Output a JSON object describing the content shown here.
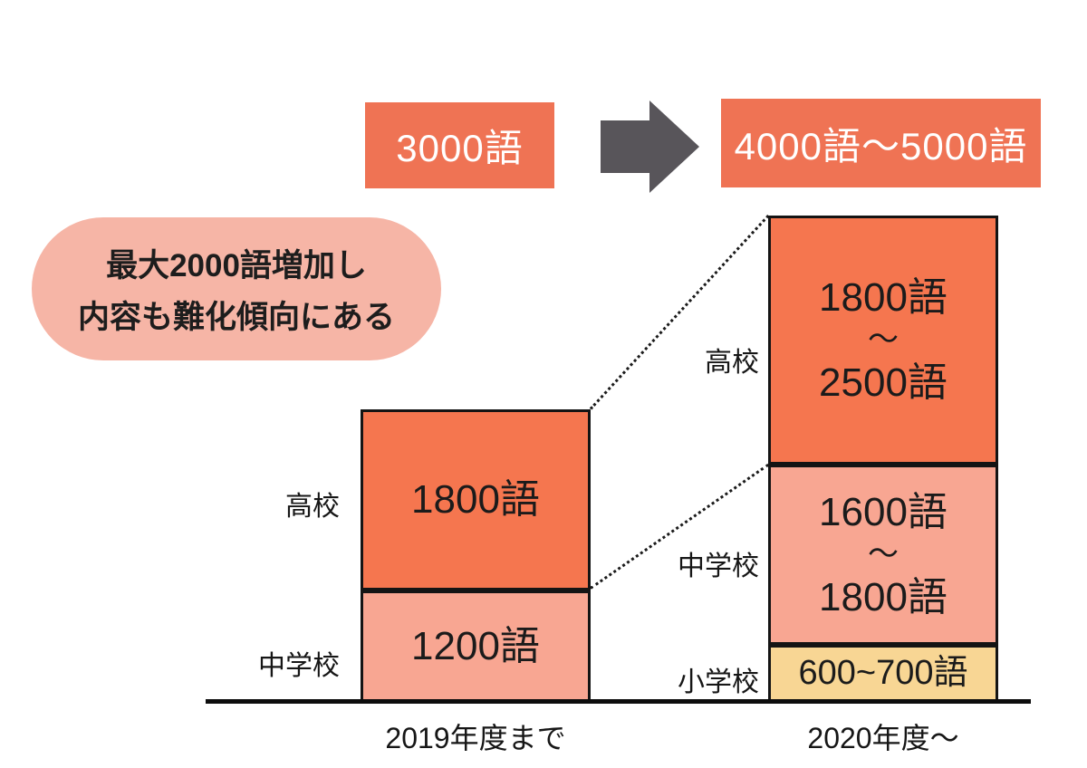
{
  "callout": {
    "line1": "最大2000語増加し",
    "line2": "内容も難化傾向にある"
  },
  "chart_data": {
    "type": "bar",
    "subtype": "stacked range columns comparing required English vocabulary",
    "unit": "語",
    "categories": [
      "2019年度まで",
      "2020年度～"
    ],
    "legend": "none",
    "axes": "single black baseline, no ticks or gridlines",
    "annotation": "最大2000語増加し 内容も難化傾向にある",
    "columns": [
      {
        "category": "2019年度まで",
        "total_label": "3000語",
        "total_min": 3000,
        "total_max": 3000,
        "segments": [
          {
            "level": "高校",
            "display": [
              "1800語"
            ],
            "min": 1800,
            "max": 1800
          },
          {
            "level": "中学校",
            "display": [
              "1200語"
            ],
            "min": 1200,
            "max": 1200
          }
        ]
      },
      {
        "category": "2020年度～",
        "total_label": "4000語～5000語",
        "total_min": 4000,
        "total_max": 5000,
        "segments": [
          {
            "level": "高校",
            "display": [
              "1800語",
              "～",
              "2500語"
            ],
            "min": 1800,
            "max": 2500
          },
          {
            "level": "中学校",
            "display": [
              "1600語",
              "～",
              "1800語"
            ],
            "min": 1600,
            "max": 1800
          },
          {
            "level": "小学校",
            "display": [
              "600~700語"
            ],
            "min": 600,
            "max": 700
          }
        ]
      }
    ]
  },
  "colors": {
    "accent_coral_box": "#EF7354",
    "bar_high_school": "#F5764F",
    "bar_junior_high": "#F8A692",
    "bar_elementary": "#F8D694",
    "callout_bg": "#F6B5A6",
    "arrow_gray": "#58555A",
    "bar_border": "#141414",
    "text_dark": "#1B1B1B",
    "text_white": "#FFFFFF"
  }
}
